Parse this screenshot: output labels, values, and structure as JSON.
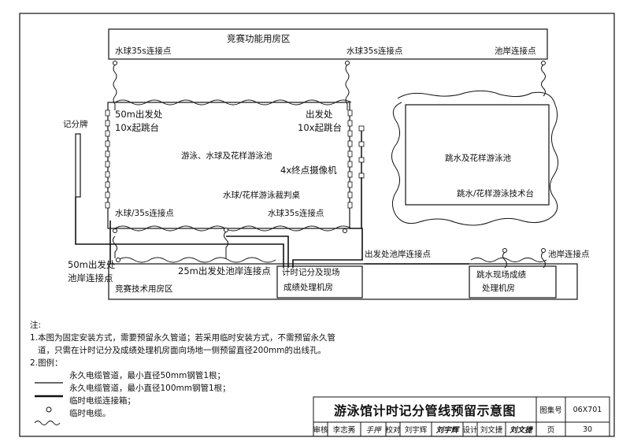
{
  "diagram": {
    "competition_rooms": "竞赛功能用房区",
    "wp_35s_left": "水球35s连接点",
    "wp_35s_right": "水球35s连接点",
    "deck_point_top": "池岸连接点",
    "score_board": "记分牌",
    "start_50m": "50m出发处",
    "blocks_left": "10x起跳台",
    "start_right": "出发处",
    "blocks_right": "10x起跳台",
    "main_pool": "游泳、水球及花样游泳池",
    "cameras": "4x终点摄像机",
    "judge_table": "水球/花样游泳裁判桌",
    "wp_35_left_bottom": "水球/35s连接点",
    "wp_35s_bottom_right": "水球35s连接点",
    "diving_pool": "跳水及花样游泳池",
    "diving_table": "跳水/花样游泳技术台",
    "start_deck_point": "出发处池岸连接点",
    "deck_point_right": "池岸连接点",
    "start_50m_deck_1": "50m出发处",
    "start_50m_deck_2": "池岸连接点",
    "start_25m": "25m出发处池岸连接点",
    "tech_rooms": "竞赛技术用房区",
    "timing_room_1": "计时记分及现场",
    "timing_room_2": "成绩处理机房",
    "diving_room_1": "跳水现场成绩",
    "diving_room_2": "处理机房"
  },
  "notes": {
    "title": "注:",
    "n1_a": "1.本图为固定安装方式，需要预留永久管道；若采用临时安装方式，不需预留永久管",
    "n1_b": "道，只需在计时记分及成绩处理机房面向场地一侧预留直径200mm的出线孔。",
    "n2": "2.图例：",
    "leg1": "永久电缆管道，最小直径50mm钢管1根；",
    "leg2": "永久电缆管道，最小直径100mm钢管1根；",
    "leg3": "临时电缆连接箱；",
    "leg4": "临时电缆。"
  },
  "title_block": {
    "title": "游泳馆计时记分管线预留示意图",
    "atlas_label": "图集号",
    "atlas_no": "06X701",
    "review_label": "审核",
    "reviewer": "李志莠",
    "check_label": "校对",
    "checker": "刘宇辉",
    "design_label": "设计",
    "designer": "刘文捷",
    "page_label": "页",
    "page_no": "30"
  },
  "colors": {
    "line": "#111111",
    "watermark": "#7b86b8"
  }
}
